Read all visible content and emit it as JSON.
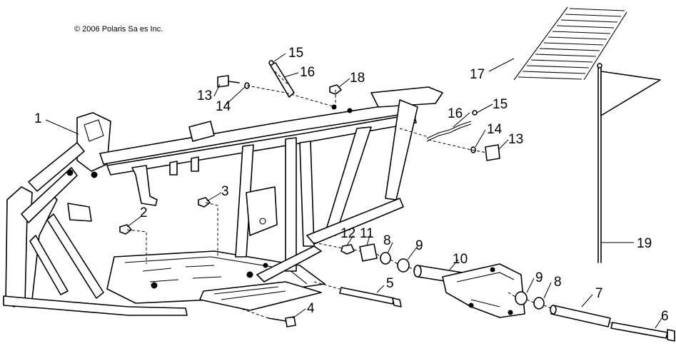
{
  "copyright": "© 2006 Polaris Sa es Inc.",
  "callouts": [
    {
      "id": "1",
      "label": "1"
    },
    {
      "id": "2",
      "label": "2"
    },
    {
      "id": "3",
      "label": "3"
    },
    {
      "id": "4",
      "label": "4"
    },
    {
      "id": "5",
      "label": "5"
    },
    {
      "id": "6",
      "label": "6"
    },
    {
      "id": "7",
      "label": "7"
    },
    {
      "id": "8a",
      "label": "8"
    },
    {
      "id": "8b",
      "label": "8"
    },
    {
      "id": "9a",
      "label": "9"
    },
    {
      "id": "9b",
      "label": "9"
    },
    {
      "id": "10",
      "label": "10"
    },
    {
      "id": "11",
      "label": "11"
    },
    {
      "id": "12",
      "label": "12"
    },
    {
      "id": "13a",
      "label": "13"
    },
    {
      "id": "13b",
      "label": "13"
    },
    {
      "id": "14a",
      "label": "14"
    },
    {
      "id": "14b",
      "label": "14"
    },
    {
      "id": "15a",
      "label": "15"
    },
    {
      "id": "15b",
      "label": "15"
    },
    {
      "id": "16a",
      "label": "16"
    },
    {
      "id": "16b",
      "label": "16"
    },
    {
      "id": "17",
      "label": "17"
    },
    {
      "id": "18",
      "label": "18"
    },
    {
      "id": "19",
      "label": "19"
    }
  ]
}
